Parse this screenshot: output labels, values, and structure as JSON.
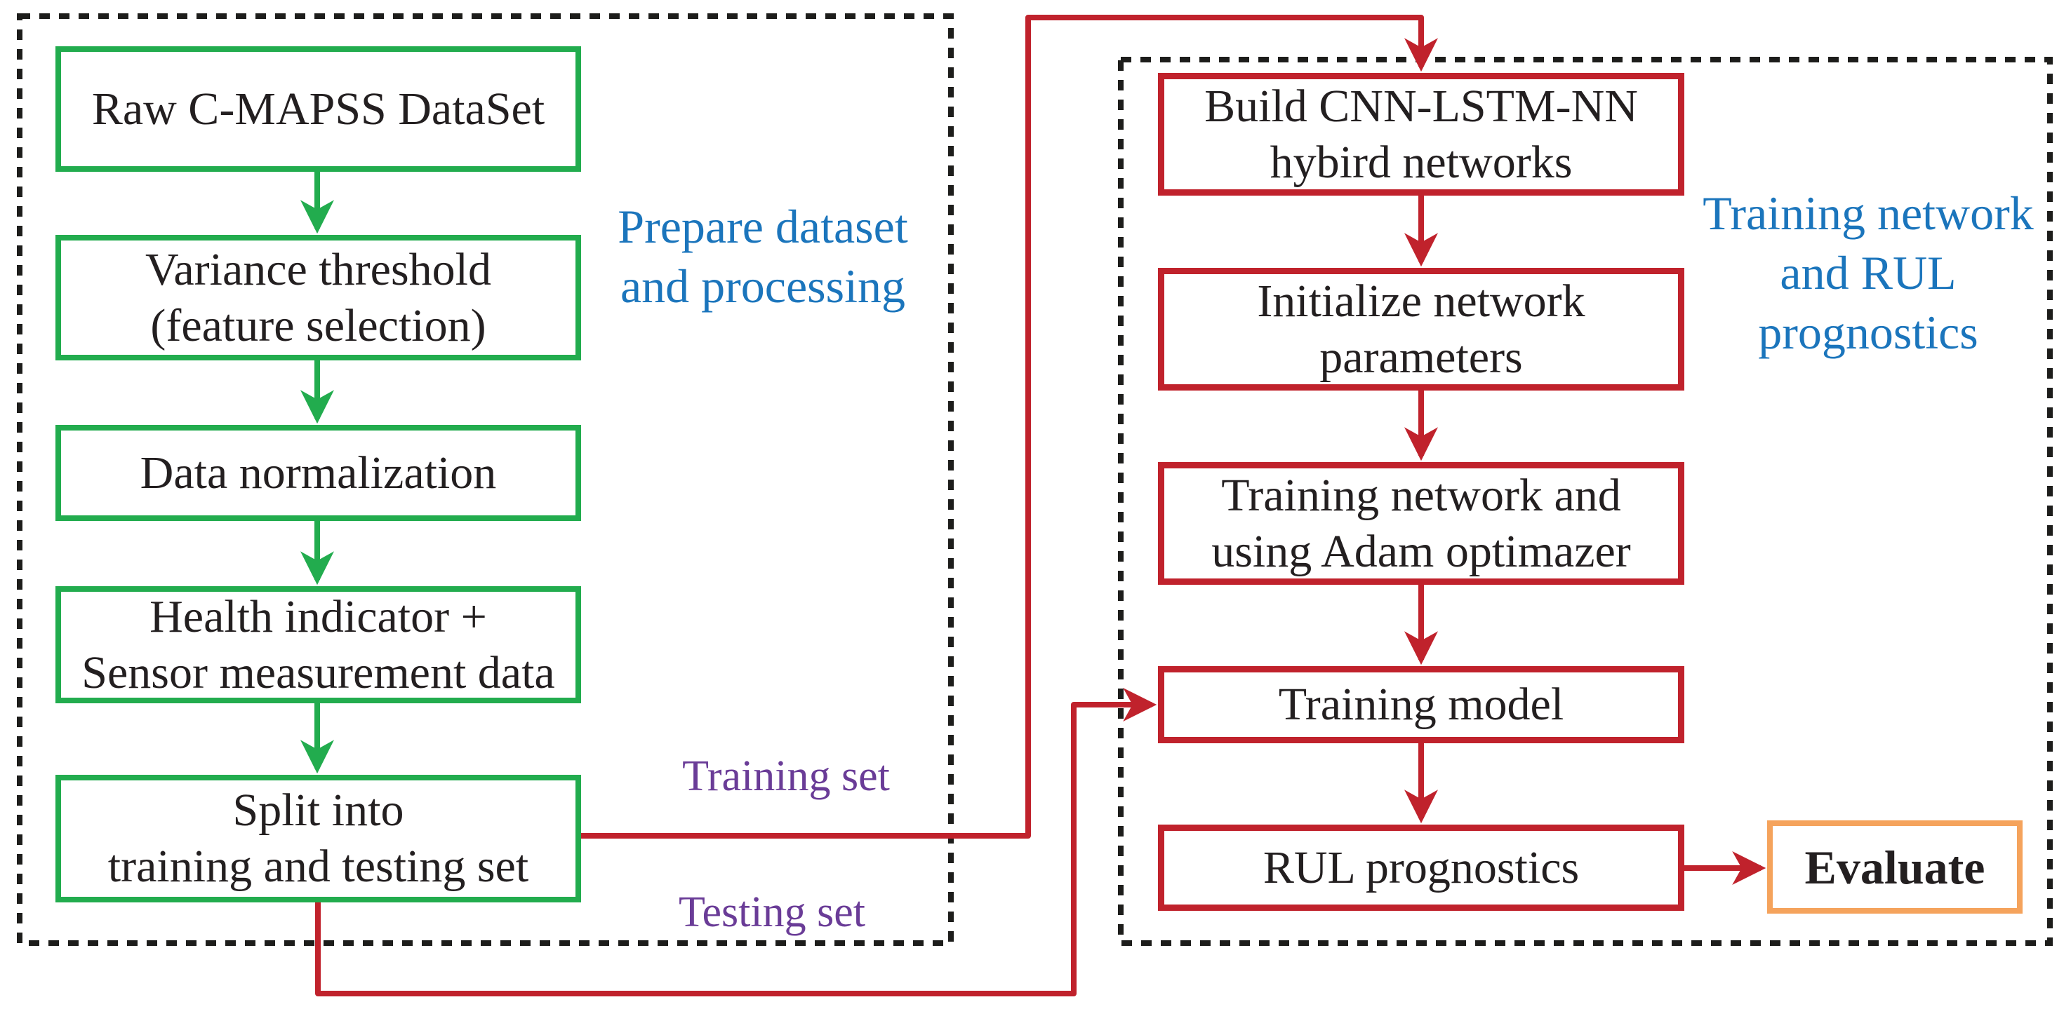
{
  "figure": {
    "type": "flowchart",
    "description_visible": "Two dashed panels connected by red arrows"
  },
  "colors": {
    "green_box_border": "#22ac4e",
    "red_box_border_and_arrows": "#c0222c",
    "orange_evaluate_border": "#f5a35c",
    "blue_caption_text": "#1b75bc",
    "purple_edge_label_text": "#6a3c97",
    "dashed_panel_border": "#1d1d1b",
    "box_text": "#231f20",
    "background": "#ffffff"
  },
  "left_panel": {
    "caption": {
      "lines": [
        "Prepare dataset",
        "and processing"
      ]
    },
    "boxes": [
      {
        "lines": [
          "Raw C-MAPSS DataSet"
        ]
      },
      {
        "lines": [
          "Variance threshold",
          "(feature selection)"
        ]
      },
      {
        "lines": [
          "Data normalization"
        ]
      },
      {
        "lines": [
          "Health indicator +",
          "Sensor measurement data"
        ]
      },
      {
        "lines": [
          "Split into",
          "training and testing set"
        ]
      }
    ],
    "labels": {
      "training": "Training set",
      "testing": "Testing set"
    }
  },
  "right_panel": {
    "caption": {
      "lines": [
        "Training network",
        "and",
        "RUL prognostics"
      ]
    },
    "boxes": [
      {
        "lines": [
          "Build CNN-LSTM-NN",
          "hybird networks"
        ]
      },
      {
        "lines": [
          "Initialize network",
          "parameters"
        ]
      },
      {
        "lines": [
          "Training network and",
          "using Adam optimazer"
        ]
      },
      {
        "lines": [
          "Training model"
        ]
      },
      {
        "lines": [
          "RUL prognostics"
        ]
      }
    ]
  },
  "evaluate": {
    "label": "Evaluate"
  },
  "edges": [
    "Raw C-MAPSS DataSet -> Variance threshold (feature selection)",
    "Variance threshold (feature selection) -> Data normalization",
    "Data normalization -> Health indicator + Sensor measurement data",
    "Health indicator + Sensor measurement data -> Split into training and testing set",
    "Split into training and testing set -(Training set)-> Build CNN-LSTM-NN hybird networks",
    "Split into training and testing set -(Testing set)-> Training model",
    "Build CNN-LSTM-NN hybird networks -> Initialize network parameters",
    "Initialize network parameters -> Training network and using Adam optimazer",
    "Training network and using Adam optimazer -> Training model",
    "Training model -> RUL prognostics",
    "RUL prognostics -> Evaluate"
  ]
}
